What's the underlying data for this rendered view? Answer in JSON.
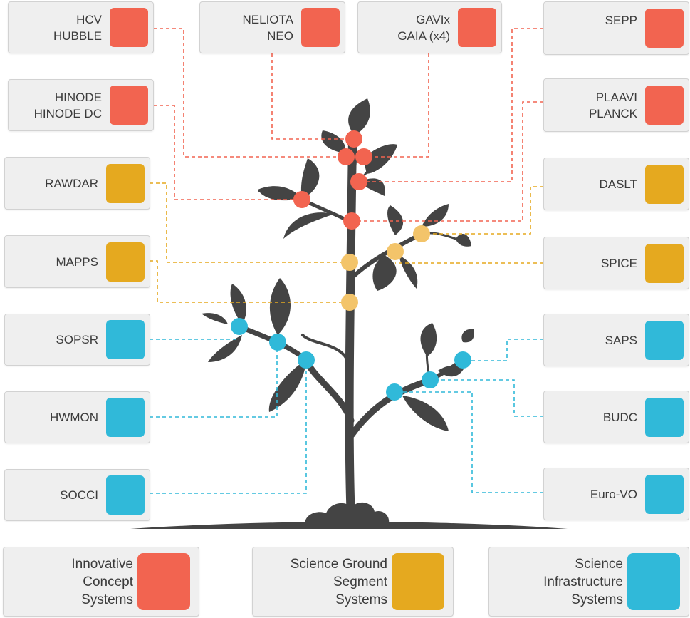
{
  "colors": {
    "innovative": "#f26450",
    "ground_segment": "#e5a91f",
    "infrastructure": "#30b9d9",
    "tree": "#444444"
  },
  "systems": {
    "hcv": "HCV\nHUBBLE",
    "neliota": "NELIOTA\nNEO",
    "gavix": "GAVIx\nGAIA (x4)",
    "sepp": "SEPP",
    "hinode": "HINODE\nHINODE DC",
    "plaavi": "PLAAVI\nPLANCK",
    "rawdar": "RAWDAR",
    "daslt": "DASLT",
    "mapps": "MAPPS",
    "spice": "SPICE",
    "sopsr": "SOPSR",
    "saps": "SAPS",
    "hwmon": "HWMON",
    "budc": "BUDC",
    "socci": "SOCCI",
    "eurovo": "Euro-VO"
  },
  "legend": {
    "innovative": "Innovative\nConcept\nSystems",
    "ground_segment": "Science Ground\nSegment\nSystems",
    "infrastructure": "Science\nInfrastructure\nSystems"
  }
}
